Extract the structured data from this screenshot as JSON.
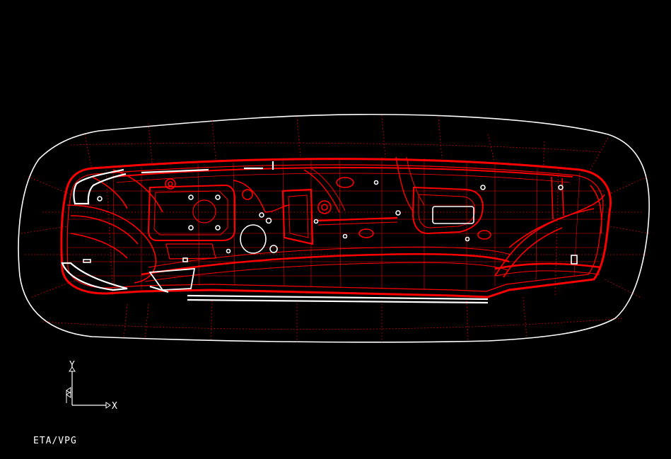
{
  "viewport": {
    "background": "#000000",
    "mesh_color": "#ff0000",
    "outline_color": "#ffffff"
  },
  "axis_triad": {
    "x_label": "X",
    "y_label": "Y",
    "z_icon": "z-axis-icon"
  },
  "footer": {
    "brand": "ETA/VPG"
  }
}
